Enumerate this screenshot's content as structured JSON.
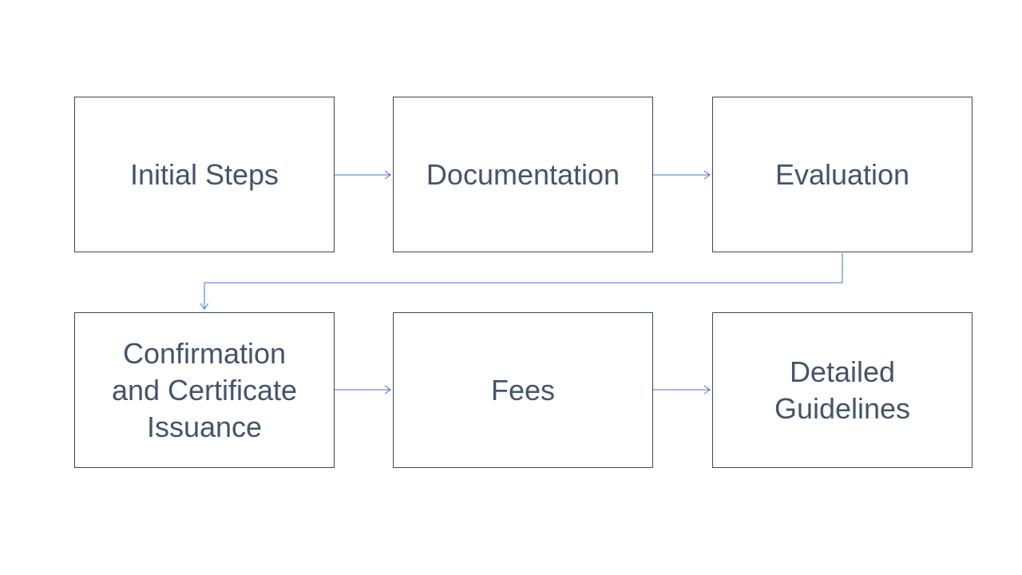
{
  "diagram": {
    "connector_color": "#4472c4",
    "text_color": "#44546a",
    "border_color": "#3f4650",
    "steps": [
      {
        "label": "Initial Steps"
      },
      {
        "label": "Documentation"
      },
      {
        "label": "Evaluation"
      },
      {
        "label": "Confirmation\nand Certificate\nIssuance"
      },
      {
        "label": "Fees"
      },
      {
        "label": "Detailed\nGuidelines"
      }
    ]
  }
}
